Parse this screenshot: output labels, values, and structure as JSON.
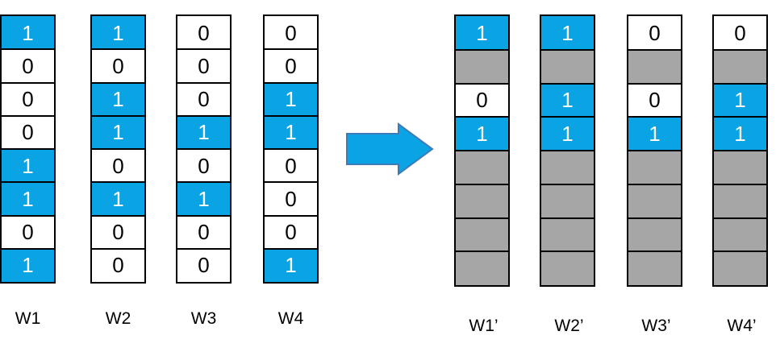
{
  "colors": {
    "one": "#0aa3e4",
    "zero": "#ffffff",
    "empty": "#a6a6a6",
    "border": "#000000"
  },
  "left_columns": [
    {
      "label": "W1",
      "cells": [
        "1",
        "0",
        "0",
        "0",
        "1",
        "1",
        "0",
        "1"
      ]
    },
    {
      "label": "W2",
      "cells": [
        "1",
        "0",
        "1",
        "1",
        "0",
        "1",
        "0",
        "0"
      ]
    },
    {
      "label": "W3",
      "cells": [
        "0",
        "0",
        "0",
        "1",
        "0",
        "1",
        "0",
        "0"
      ]
    },
    {
      "label": "W4",
      "cells": [
        "0",
        "0",
        "1",
        "1",
        "0",
        "0",
        "0",
        "1"
      ]
    }
  ],
  "right_columns": [
    {
      "label": "W1’",
      "cells": [
        "1",
        "",
        "0",
        "1",
        "",
        "",
        "",
        ""
      ]
    },
    {
      "label": "W2’",
      "cells": [
        "1",
        "",
        "1",
        "1",
        "",
        "",
        "",
        ""
      ]
    },
    {
      "label": "W3’",
      "cells": [
        "0",
        "",
        "0",
        "1",
        "",
        "",
        "",
        ""
      ]
    },
    {
      "label": "W4’",
      "cells": [
        "0",
        "",
        "1",
        "1",
        "",
        "",
        "",
        ""
      ]
    }
  ],
  "arrow": {
    "icon": "right-arrow-icon",
    "color": "#0aa3e4"
  }
}
